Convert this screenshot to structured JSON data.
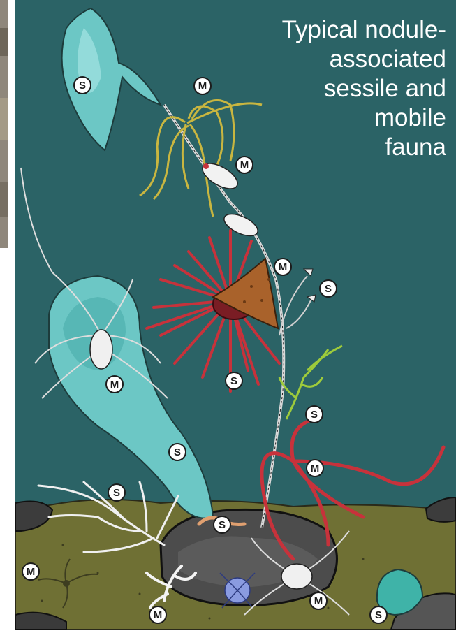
{
  "figure": {
    "title": "Typical nodule-\nassociated\nsessile and\nmobile\nfauna",
    "colors": {
      "water": "#2b6366",
      "sediment": "#6f7034",
      "nodule": "#4c4c4c",
      "sponge": "#6cc7c5",
      "anemone": "#c7323b",
      "coral": "#a9622b",
      "crinoid": "#b9a83a",
      "label_fill": "#ffffff",
      "label_text": "#1c1c1c"
    },
    "legend": {
      "sessile": "S",
      "mobile": "M"
    },
    "labels": [
      {
        "id": "sponge-top",
        "text": "S"
      },
      {
        "id": "crinoid",
        "text": "M"
      },
      {
        "id": "shrimp",
        "text": "M"
      },
      {
        "id": "coral-animal",
        "text": "M"
      },
      {
        "id": "hydroid",
        "text": "S"
      },
      {
        "id": "spider-left",
        "text": "M"
      },
      {
        "id": "anemone",
        "text": "S"
      },
      {
        "id": "green-branch",
        "text": "S"
      },
      {
        "id": "sponge-left",
        "text": "S"
      },
      {
        "id": "ophiuroid",
        "text": "M"
      },
      {
        "id": "white-branch",
        "text": "S"
      },
      {
        "id": "nodule-top",
        "text": "S"
      },
      {
        "id": "brittle-star",
        "text": "M"
      },
      {
        "id": "sea-spider-bottom",
        "text": "M"
      },
      {
        "id": "white-coral",
        "text": "M"
      },
      {
        "id": "blue-sponge",
        "text": "S"
      }
    ]
  }
}
